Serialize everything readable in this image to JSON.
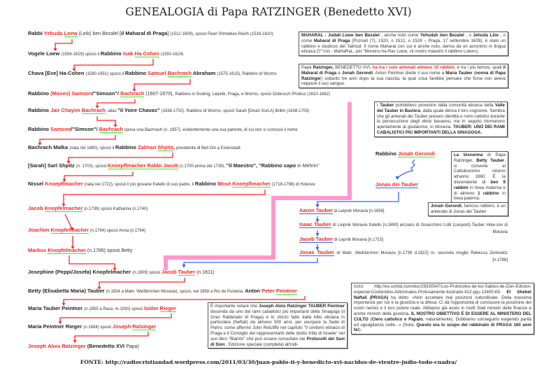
{
  "title": "GENEALOGIA di Papa RATZINGER (Benedetto XVI)",
  "source": "FONTE: http://radiocristiandad.wordpress.com/2011/03/30/juan-pablo-ii-y-benedicto-xvi-nacidos-de-vientre-judio-todo-cuadra/",
  "colors": {
    "red": "#ff2222",
    "green": "#33ee33",
    "blue": "#3366ff",
    "pink": "#ff99cc"
  },
  "rows": [
    [
      [
        "b",
        "Rabbi "
      ],
      [
        "r",
        "Yehuda "
      ],
      [
        "ru",
        "Loew"
      ],
      [
        "m",
        " (Leib) ben Bezalel ["
      ],
      [
        "b",
        "il Maharal di Praga"
      ],
      [
        "m",
        "] "
      ],
      [
        "n",
        "(1512-1609), sposò Pearl Shmelkes-Reich (1516-1610)"
      ]
    ],
    [
      [
        "b",
        "Vogele Loew "
      ],
      [
        "n",
        "(1556-1629) sposò il "
      ],
      [
        "b",
        "Rabbino "
      ],
      [
        "r",
        "Isak "
      ],
      [
        "ru",
        "Ha-Cohen"
      ],
      [
        "n",
        " (1550-1624)"
      ]
    ],
    [
      [
        "b",
        "Chava [Eve] Ha-Cohen "
      ],
      [
        "n",
        "(1580-1651) sposò il "
      ],
      [
        "b",
        "Rabbino "
      ],
      [
        "r",
        "Samuel "
      ],
      [
        "ru",
        "Bachrach"
      ],
      [
        "b",
        " Abraham "
      ],
      [
        "n",
        "(1575-1615), Rabbino di Worms"
      ]
    ],
    [
      [
        "b",
        "Rabbino "
      ],
      [
        "r",
        "(Moses) Samson"
      ],
      [
        "b",
        "/\"Simson\"/ "
      ],
      [
        "ru",
        "Bachrach"
      ],
      [
        "m",
        " (1607-1670), "
      ],
      [
        "n",
        "Rabbino in Goding, Leipnik, Praga, e Worms, sposò Dobrusch Phobus (1610-1662)"
      ]
    ],
    [
      [
        "b",
        "Rabbino "
      ],
      [
        "r",
        "Jair Chayim "
      ],
      [
        "ru",
        "Bachrach"
      ],
      [
        "n",
        ", alias "
      ],
      [
        "b",
        "\"il Yoire Chavas\" "
      ],
      [
        "n",
        "(1638-1702), Rabbino di Worms, sposò Sarah [Dinah SorLA] Brillin (1638-1703)"
      ]
    ],
    [
      [
        "b",
        "Rabbino "
      ],
      [
        "r",
        "Samson"
      ],
      [
        "b",
        "/\"Simson\"/ "
      ],
      [
        "ru",
        "Bachrach"
      ],
      [
        "n",
        " sposa una Bachrach (n. 1657), evidentemente una sua parente, di cui non si conosce il nome"
      ]
    ],
    [
      [
        "b",
        "Bachrach Malka "
      ],
      [
        "n",
        "(nata nel 1680), sposò il "
      ],
      [
        "b",
        "Rabbino "
      ],
      [
        "r",
        "Zalman "
      ],
      [
        "ru",
        "Shpitz"
      ],
      [
        "b",
        ", "
      ],
      [
        "n",
        "presidente di Beit Din a Eisenstadt"
      ]
    ],
    [
      [
        "b",
        "[Sarah] Sarl Shpitz "
      ],
      [
        "n",
        "(n. 1703), sposò "
      ],
      [
        "ru",
        "Knoepflmacher Rabbi Jacob"
      ],
      [
        "n",
        " (c.1700-prima del 1739), "
      ],
      [
        "b",
        "\"il Maestro\", \"Rabbino capo "
      ],
      [
        "m",
        "in Mehrin\""
      ]
    ],
    [
      [
        "b",
        "Nissel "
      ],
      [
        "r",
        "Knoepflmacher"
      ],
      [
        "n",
        " (nata nel 1722), sposò il più giovane fratello di suo padre, il "
      ],
      [
        "b",
        "Rabbino "
      ],
      [
        "r",
        "Mosè "
      ],
      [
        "ru",
        "Knoepflmacher"
      ],
      [
        "n",
        " (1718-1798) di Holesov"
      ]
    ],
    [
      [
        "r",
        "Jacob "
      ],
      [
        "ru",
        "Knopfelmacher"
      ],
      [
        "n",
        " (n.1739) sposò Katharina (n.1740)"
      ]
    ],
    [
      [
        "r",
        "Joachim "
      ],
      [
        "ru",
        "Knopfelmacher"
      ],
      [
        "n",
        " (n.1764) sposò Anna (n.1764)"
      ]
    ],
    [
      [
        "r",
        "Markus "
      ],
      [
        "ru",
        "Knopfelmacher"
      ],
      [
        "m",
        " (n.1786) sposò Betty"
      ]
    ],
    [
      [
        "b",
        "Josephine (Peppi/Josefa) Knopfelmacher "
      ],
      [
        "n",
        "(n.1809) sposò "
      ],
      [
        "r",
        "Jacob "
      ],
      [
        "ru",
        "Tauber"
      ],
      [
        "m",
        " (n.1811)"
      ]
    ],
    [
      [
        "b",
        "Betty (Elisabetta Maria) Tauber "
      ],
      [
        "n",
        "(n.1834 a Mahr. Weißkirchen Moravia), sposò, nel 1858 a Rio de Pusteria, "
      ],
      [
        "b",
        "Anton "
      ],
      [
        "r",
        "Peter "
      ],
      [
        "ru",
        "Peintner"
      ]
    ],
    [
      [
        "b",
        "Maria Tauber Peintner "
      ],
      [
        "n",
        "(n.1855 a Rasa, m.1930) sposò "
      ],
      [
        "r",
        "Isidor "
      ],
      [
        "ru",
        "Rieger"
      ]
    ],
    [
      [
        "b",
        "Maria Peintner Rieger "
      ],
      [
        "n",
        "(n.1884) sposò "
      ],
      [
        "r",
        "Joseph "
      ],
      [
        "ru",
        "Ratzinger"
      ]
    ],
    [
      [
        "r",
        "Joseph Alois Ratzinger "
      ],
      [
        "b",
        "(Benedetto XVI "
      ],
      [
        "m",
        "Papa)"
      ]
    ]
  ],
  "tauber_line": {
    "jonah": [
      [
        "b",
        "Rabbino "
      ],
      [
        "ru",
        "Jonah Gerondi"
      ]
    ],
    "jonas": [
      [
        "bu",
        "Jonas dei Tauber"
      ]
    ],
    "aaron": [
      [
        "bu",
        "Aaron Tauber"
      ],
      [
        "n",
        " di Leipnik Moravia [n.1658]"
      ]
    ],
    "isaac": [
      [
        "bu",
        "Isaac Tauber"
      ],
      [
        "n",
        " di Leipnik Moravia fratello [n.1690] anziano di Gioacchino Lobl (Leopold) Tauber Hole-sov di Moravia"
      ]
    ],
    "jacob": [
      [
        "bu",
        "Jacob Tauber"
      ],
      [
        "n",
        " di Lepnik Moravia [n.1715]"
      ]
    ],
    "jonas2": [
      [
        "bu",
        "Jonas Tauber"
      ],
      [
        "n",
        " di Mahr. Weißkirchen Moravia [n.1739 d.1822] m. seconda moglie Rebecca Zerkowitz [n.1788]"
      ]
    ]
  },
  "boxes": {
    "maharal": [
      [
        "b",
        "MAHARAL :      Judah Loew ben Bezalel"
      ],
      [
        "n",
        " , anche noto come "
      ],
      [
        "b",
        "Yehudah ben Bezalel"
      ],
      [
        "n",
        " , o "
      ],
      [
        "b",
        "Jehuda Löw"
      ],
      [
        "n",
        " , o come "
      ],
      [
        "b",
        "Maharal di Praga"
      ],
      [
        "n",
        " (Poznań (?), 1520, o 1512, o 1526 – Praga, 17 settembre 1609), è stato un rabbino e studioso del Talmud. Il nome Maharal con cui è anche noto, deriva da un acronimo in lingua ebraica (מהר\"ל - MaHaRaL, per \"Moreinu ha-Rav Loew, «il nostro maestro il rabbino Loew»)."
      ]
    ],
    "papa": [
      [
        "n",
        "Papa "
      ],
      [
        "b",
        "Ratzinger,"
      ],
      [
        "n",
        " BENEDETTO XVI, "
      ],
      [
        "r",
        "ha tra i suoi antenati almeno 10 rabbini"
      ],
      [
        "n",
        ", e tra i più famosi, quali "
      ],
      [
        "b",
        "il Maharal di Praga"
      ],
      [
        "n",
        " e "
      ],
      [
        "b",
        "Jonah Gerondi"
      ],
      [
        "n",
        ". Anton Peintner diede il suo nome a "
      ],
      [
        "b",
        "Maria Tauber"
      ],
      [
        "n",
        " ("
      ],
      [
        "b",
        "nonna di Papa Ratzinger"
      ],
      [
        "n",
        ") soltanto tre anni dopo la sua nascita, la qual cosa farebbe pensare che forse non aveva neppure il suo sangue."
      ]
    ],
    "tauber": [
      [
        "n",
        "I "
      ],
      [
        "b",
        "Tauber"
      ],
      [
        "n",
        " potrebbero provenire dalla comunità ebraica della "
      ],
      [
        "b",
        "Valle del Tauber in Baviera"
      ],
      [
        "n",
        ", dalla quale deriva il loro cognome. Sembra che gli antenati dei Tauber presero identità e nomi cattolici durante la persecuzione degli ebrei bavaresi, ma in seguito ritornarono apertamente al giudaismo, in Moravia. "
      ],
      [
        "b",
        "TAUBER: UNO DEI RAMI CABALISTICI PIÙ IMPORTANTI DELLA SINAGOGA."
      ]
    ],
    "bisnonna": [
      [
        "b",
        "La bisnonna"
      ],
      [
        "n",
        " di Papa Ratzinger, "
      ],
      [
        "b",
        "Betty Tauber"
      ],
      [
        "n",
        ", si converte al Cattolicesimo intorno all'anno 1860. È la discendente di "
      ],
      [
        "b",
        "ben 9 rabbini"
      ],
      [
        "n",
        " in linea materna e di almeno "
      ],
      [
        "b",
        "1 rabbino"
      ],
      [
        "n",
        " in linea paterna."
      ]
    ],
    "gerondi": [
      [
        "b",
        "Jonah Gerondi"
      ],
      [
        "n",
        ", famoso rabbino, è un antenato di Jonas dei Tauber"
      ]
    ],
    "importante": [
      [
        "n",
        "È importante notare che "
      ],
      [
        "b",
        "Joseph Alois Ratzinger TAUBER Peintner"
      ],
      [
        "n",
        " discenda da uno dei rami cabalistici più importanti della Sinagoga (il Gran Rabbinato di Praga) e lo sforzo fatto dalla tribù ebraica in particolare (Neftali) da almeno 500 anni, per usurpare la Sede di Pietro, come affermò John Retcliffe nel capitolo \"Il cimitero ebraico di Praga e il Consiglio dei rappresentanti delle dodici tribù di Israele\" nel suo libro \"Biarritz\" che può essere consultato nei "
      ],
      [
        "b",
        "Protocolli dei Savi di Sion"
      ],
      [
        "n",
        " , Edizione speciale (completa) all'indi-"
      ]
    ],
    "rizzo": [
      [
        "n",
        "rizzo:    http://es.scribd.com/doc/29330547/Los-Protocolos-de-los-Sabios-de-Zion-Edicion-especial-Contenidos-Adicionales-Profusamente-Ilustrado-412-pgs-13400-Kb "
      ],
      [
        "b",
        "El Shebet Náftali (PRAGA)"
      ],
      [
        "n",
        " ha detto: «Non accettare mai posizioni subordinate. Della massima importanza per noi è la giustizia e la difesa. Ci dà l'opportunità di conoscere la posizione dei nostri nemici e il loro potere reale. Abbiamo già avuto in molti Stati ministri delle finanze e anche ministri della giustizia. "
      ],
      [
        "b",
        "IL NOSTRO OBIETTIVO È DI ESSERE AL MINISTERO DEL CULTO"
      ],
      [
        "n",
        " ("
      ],
      [
        "b",
        "Clero cattolico e Papato"
      ],
      [
        "n",
        ", naturalmente). Dobbiamo conseguirlo esigendo parità ed uguaglianza civile...» (Nota: "
      ],
      [
        "b",
        "Questo era lo scopo del rabbinato di PRAGA 160 anni fa!"
      ],
      [
        "n",
        ")."
      ]
    ]
  }
}
